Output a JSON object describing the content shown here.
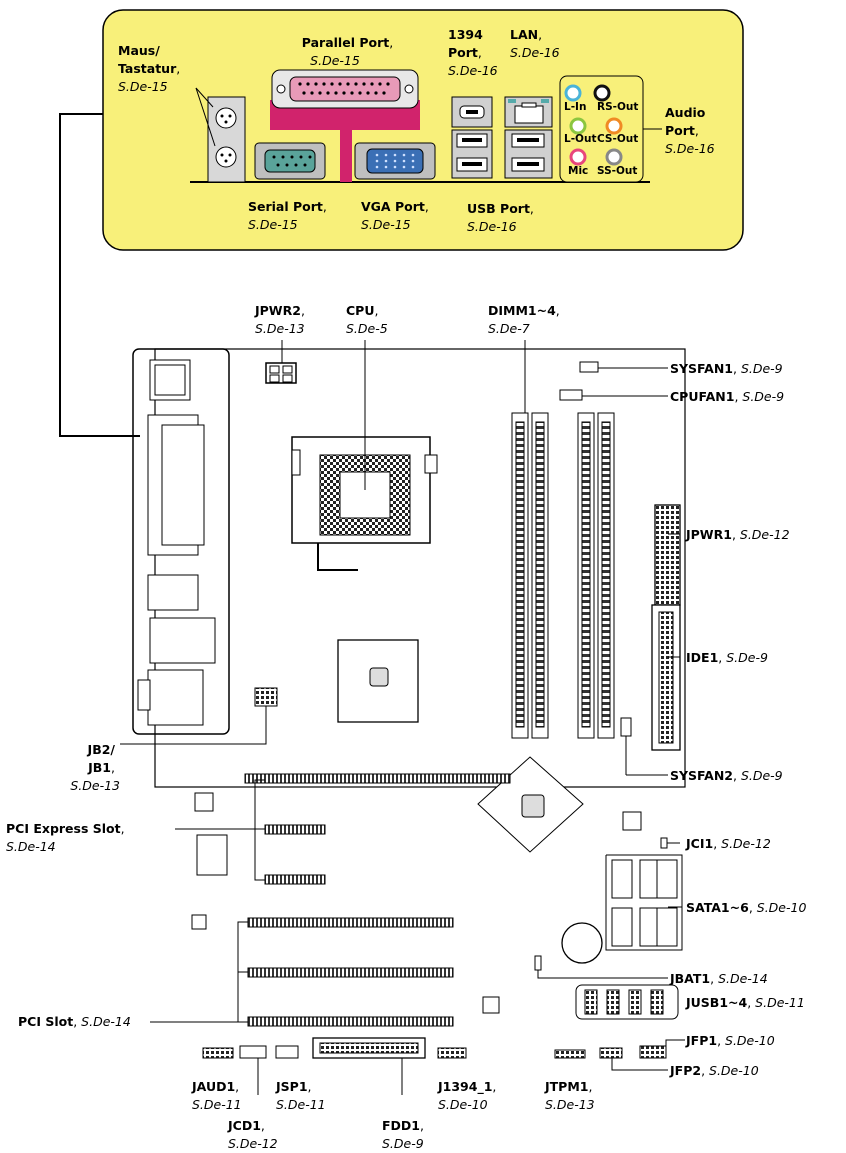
{
  "io_panel": {
    "maus": {
      "name1": "Maus/",
      "name2": "Tastatur",
      "ref": "S.De-15"
    },
    "parallel": {
      "name": "Parallel Port",
      "ref": "S.De-15"
    },
    "p1394": {
      "name1": "1394",
      "name2": "Port",
      "ref": "S.De-16"
    },
    "lan": {
      "name": "LAN",
      "ref": "S.De-16"
    },
    "audio": {
      "name1": "Audio",
      "name2": "Port",
      "ref": "S.De-16"
    },
    "serial": {
      "name": "Serial Port",
      "ref": "S.De-15"
    },
    "vga": {
      "name": "VGA Port",
      "ref": "S.De-15"
    },
    "usb": {
      "name": "USB Port",
      "ref": "S.De-16"
    },
    "audio_jacks": [
      "L-In",
      "RS-Out",
      "L-Out",
      "CS-Out",
      "Mic",
      "SS-Out"
    ]
  },
  "board": {
    "jpwr2": {
      "name": "JPWR2",
      "ref": "S.De-13"
    },
    "cpu": {
      "name": "CPU",
      "ref": "S.De-5"
    },
    "dimm": {
      "name": "DIMM1~4",
      "ref": "S.De-7"
    },
    "sysfan1": {
      "name": "SYSFAN1",
      "ref": "S.De-9"
    },
    "cpufan1": {
      "name": "CPUFAN1",
      "ref": "S.De-9"
    },
    "jpwr1": {
      "name": "JPWR1",
      "ref": "S.De-12"
    },
    "ide1": {
      "name": "IDE1",
      "ref": "S.De-9"
    },
    "sysfan2": {
      "name": "SYSFAN2",
      "ref": "S.De-9"
    },
    "jb2": {
      "name1": "JB2/",
      "name2": "JB1",
      "ref": "S.De-13"
    },
    "jci1": {
      "name": "JCI1",
      "ref": "S.De-12"
    },
    "pcie": {
      "name": "PCI Express Slot",
      "ref": "S.De-14"
    },
    "sata": {
      "name": "SATA1~6",
      "ref": "S.De-10"
    },
    "jbat1": {
      "name": "JBAT1",
      "ref": "S.De-14"
    },
    "jusb": {
      "name": "JUSB1~4",
      "ref": "S.De-11"
    },
    "pci": {
      "name": "PCI Slot",
      "ref": "S.De-14"
    },
    "jfp1": {
      "name": "JFP1",
      "ref": "S.De-10"
    },
    "jfp2": {
      "name": "JFP2",
      "ref": "S.De-10"
    },
    "jaud1": {
      "name": "JAUD1",
      "ref": "S.De-11"
    },
    "jsp1": {
      "name": "JSP1",
      "ref": "S.De-11"
    },
    "j1394": {
      "name": "J1394_1",
      "ref": "S.De-10"
    },
    "jtpm1": {
      "name": "JTPM1",
      "ref": "S.De-13"
    },
    "jcd1": {
      "name": "JCD1",
      "ref": "S.De-12"
    },
    "fdd1": {
      "name": "FDD1",
      "ref": "S.De-9"
    }
  },
  "colors": {
    "panel_fill": "#f8f07a",
    "bracket": "#d1236c",
    "vga": "#3b6fb5",
    "serial": "#5aa39a"
  }
}
